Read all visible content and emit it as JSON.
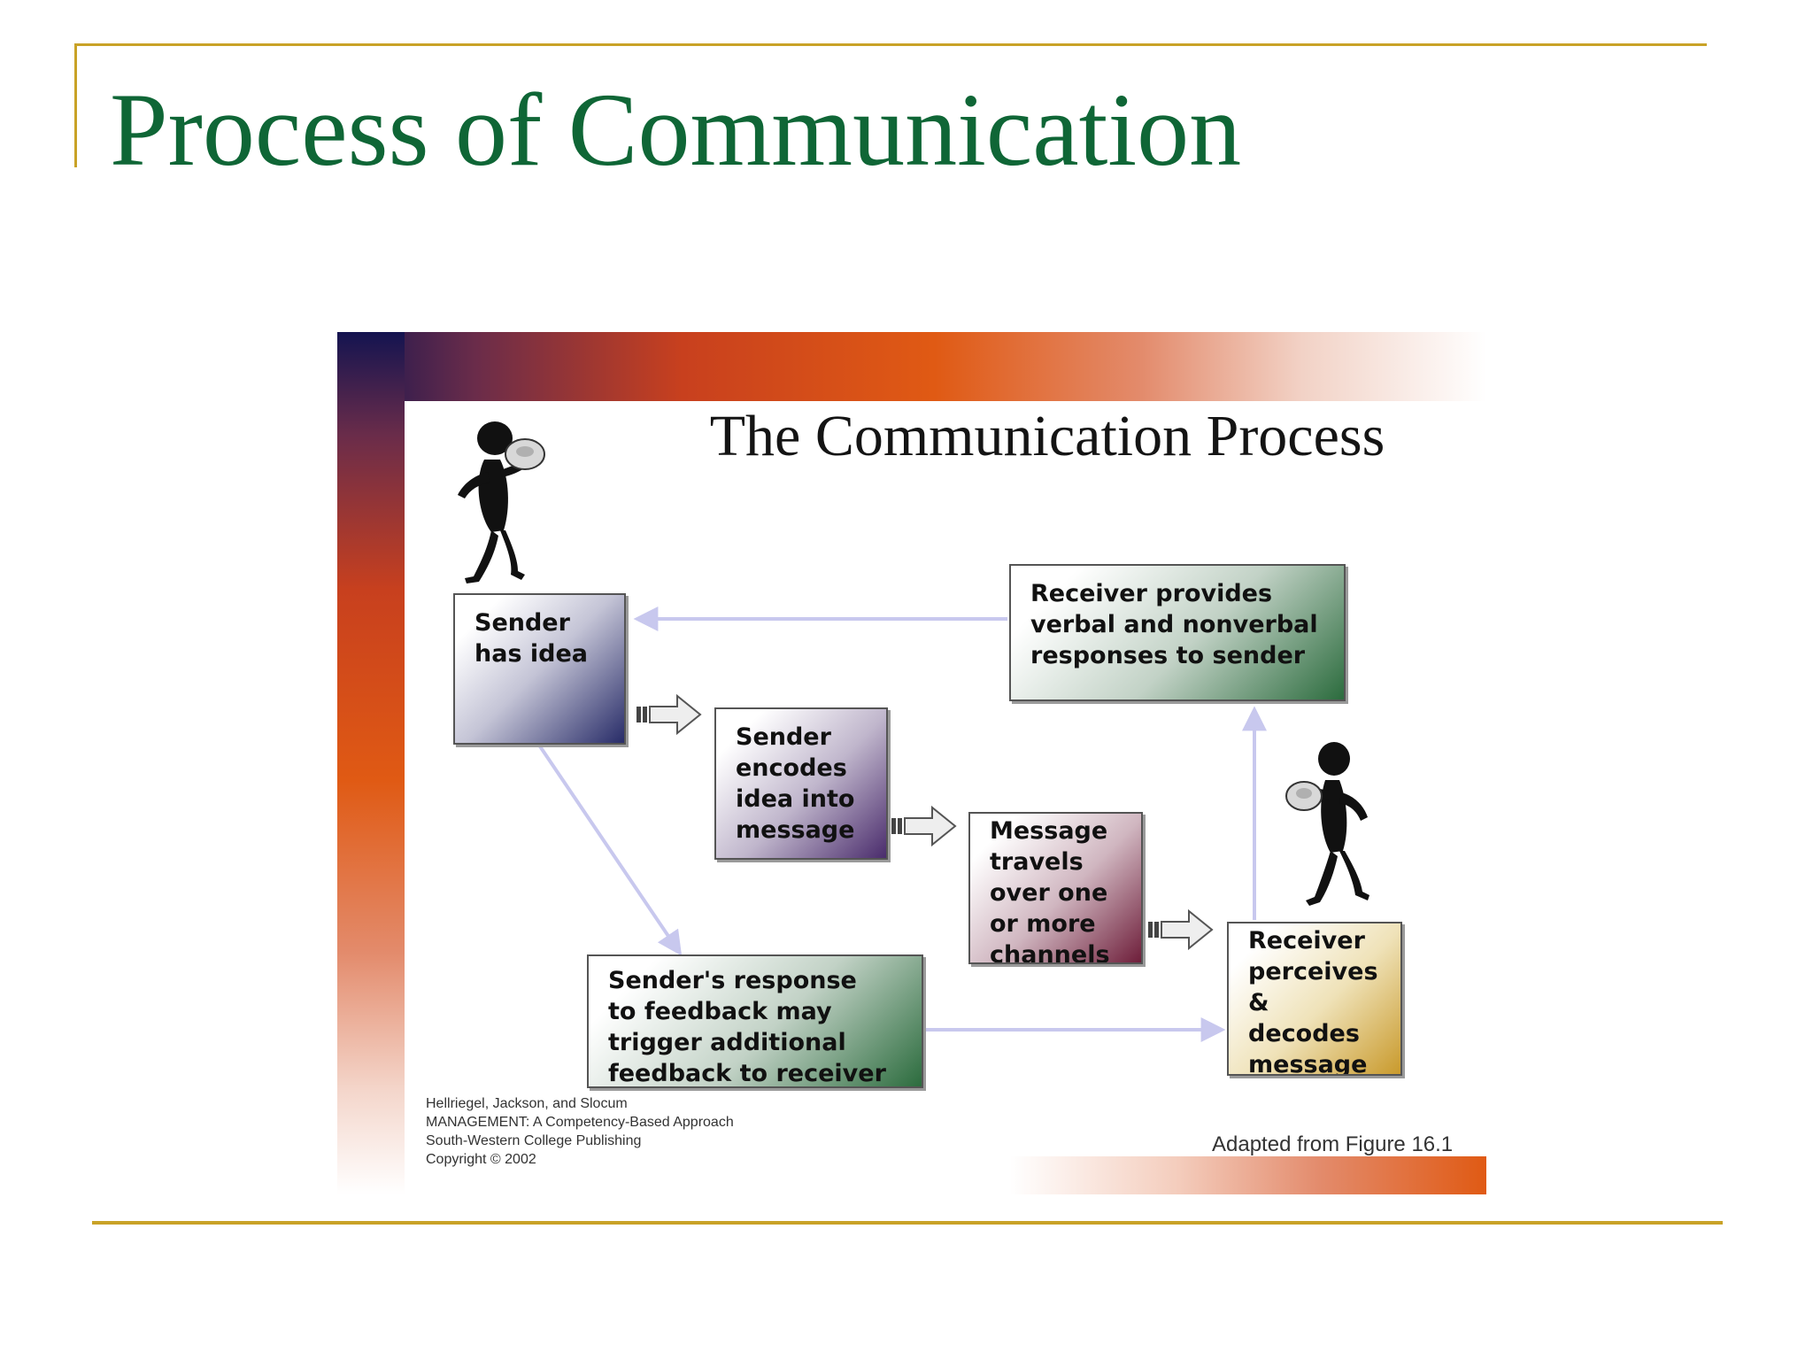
{
  "slide": {
    "title": "Process of Communication",
    "accent_color": "#c9a227",
    "title_color": "#0f6636"
  },
  "figure": {
    "title": "The Communication Process",
    "steps": {
      "sender_idea": "Sender\nhas idea",
      "encode": "Sender\nencodes\nidea into\nmessage",
      "travel": "Message\ntravels\nover one\nor more\nchannels",
      "decode": "Receiver\nperceives\n&\ndecodes\nmessage",
      "feedback": "Receiver provides\nverbal and nonverbal\nresponses to sender",
      "response": "Sender's response\nto feedback may\ntrigger additional\nfeedback to receiver"
    },
    "icons": [
      "sender-figure-icon",
      "receiver-figure-icon",
      "block-arrow-icon",
      "feedback-arrow-icon"
    ],
    "credit": "Hellriegel, Jackson, and Slocum\nMANAGEMENT: A Competency-Based Approach\nSouth-Western College Publishing\nCopyright © 2002",
    "adapted": "Adapted from Figure 16.1"
  }
}
